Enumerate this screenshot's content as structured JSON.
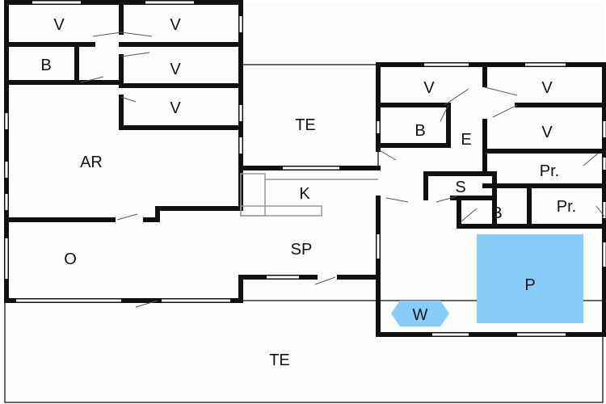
{
  "plan": {
    "colors": {
      "wall": "#111111",
      "floor": "#fdfdfb",
      "pool": "#86cdf9",
      "whirlpool": "#86cdf9",
      "window": "#ffffff",
      "thin_line": "#9a9a9a"
    },
    "rooms": {
      "bedroom_1": "V",
      "bedroom_2": "V",
      "bedroom_3": "V",
      "bedroom_4": "V",
      "bedroom_5": "V",
      "bedroom_6": "V",
      "bedroom_7": "V",
      "bath_1": "B",
      "bath_2": "B",
      "bath_3": "B",
      "activity_room": "AR",
      "living": "O",
      "terrace_upper": "TE",
      "terrace_lower": "TE",
      "kitchen": "K",
      "dining": "SP",
      "entrance": "E",
      "sauna": "S",
      "pr_1": "Pr.",
      "pr_2": "Pr.",
      "pool": "P",
      "whirlpool": "W"
    }
  }
}
